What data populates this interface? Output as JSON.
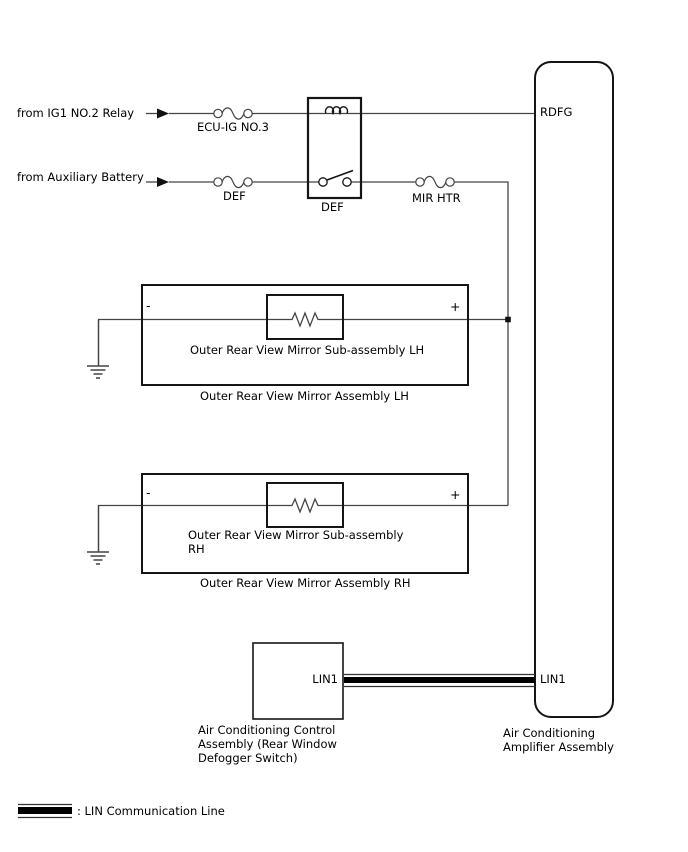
{
  "colors": {
    "background": "#ffffff",
    "wire": "#444444",
    "outline": "#151515",
    "text": "#000000",
    "lin_line": "#000000"
  },
  "power": {
    "ig1": {
      "source_label": "from IG1 NO.2 Relay",
      "fuse_label": "ECU-IG NO.3"
    },
    "aux": {
      "source_label": "from Auxiliary Battery",
      "fuse_label": "DEF"
    },
    "relay_label": "DEF",
    "mir_htr_fuse_label": "MIR HTR"
  },
  "amplifier": {
    "pin_rdfg": "RDFG",
    "pin_lin1": "LIN1",
    "name": "Air Conditioning\nAmplifier Assembly"
  },
  "control_assembly": {
    "pin_lin1": "LIN1",
    "name": "Air Conditioning Control\nAssembly (Rear Window\nDefogger Switch)"
  },
  "mirror_lh": {
    "minus": "-",
    "plus": "+",
    "sub_label": "Outer Rear View Mirror Sub-assembly LH",
    "assembly_label": "Outer Rear View Mirror Assembly LH"
  },
  "mirror_rh": {
    "minus": "-",
    "plus": "+",
    "sub_label": "Outer Rear View Mirror Sub-assembly\nRH",
    "assembly_label": "Outer Rear View Mirror Assembly RH"
  },
  "legend": {
    "lin_label": ": LIN Communication Line"
  }
}
